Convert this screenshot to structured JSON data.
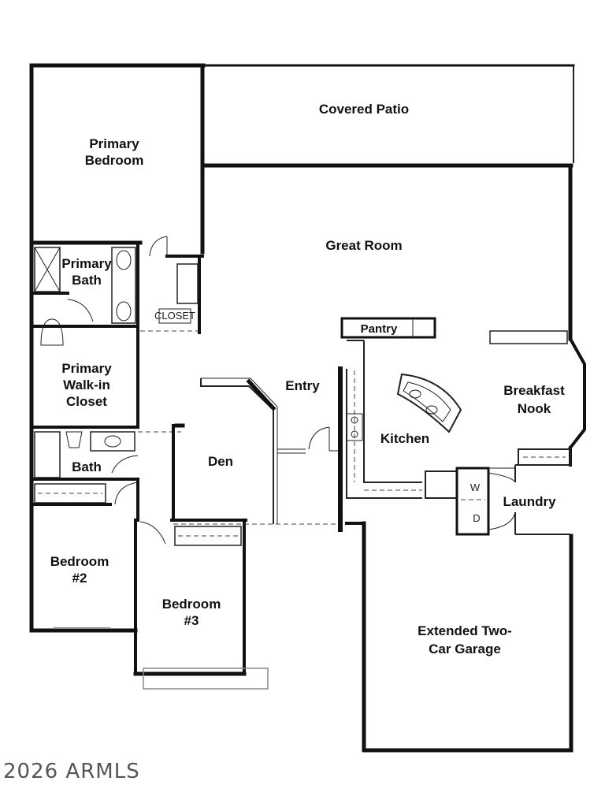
{
  "rooms": {
    "covered_patio": "Covered Patio",
    "primary_bedroom_1": "Primary",
    "primary_bedroom_2": "Bedroom",
    "great_room": "Great Room",
    "primary_bath_1": "Primary",
    "primary_bath_2": "Bath",
    "pantry": "Pantry",
    "primary_closet_1": "Primary",
    "primary_closet_2": "Walk-in",
    "primary_closet_3": "Closet",
    "entry": "Entry",
    "breakfast_nook_1": "Breakfast",
    "breakfast_nook_2": "Nook",
    "kitchen": "Kitchen",
    "den": "Den",
    "bath": "Bath",
    "laundry": "Laundry",
    "washer": "W",
    "dryer": "D",
    "bedroom2_1": "Bedroom",
    "bedroom2_2": "#2",
    "bedroom3_1": "Bedroom",
    "bedroom3_2": "#3",
    "garage_1": "Extended Two-",
    "garage_2": "Car Garage"
  },
  "copyright": "2026 ARMLS"
}
